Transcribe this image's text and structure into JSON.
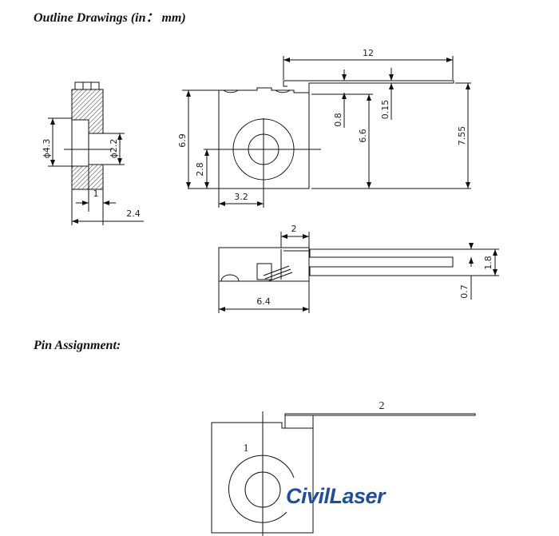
{
  "titles": {
    "outline": "Outline Drawings (in： mm)",
    "pins": "Pin Assignment:"
  },
  "side_view": {
    "dia_outer": "ϕ4.3",
    "dia_inner": "ϕ2.2",
    "depth": "1",
    "length": "2.4"
  },
  "front_view": {
    "lead_length": "12",
    "gap": "0.8",
    "lead_thickness": "0.15",
    "height": "6.9",
    "center_height": "2.8",
    "center_x": "3.2",
    "body_top": "6.6",
    "total_height": "7.55"
  },
  "bottom_view": {
    "tab_width": "2",
    "width": "6.4",
    "lead_width": "1.8",
    "lead_offset": "0.7"
  },
  "pins": {
    "pin1": "1",
    "pin2": "2"
  },
  "logo": "CivilLaser"
}
